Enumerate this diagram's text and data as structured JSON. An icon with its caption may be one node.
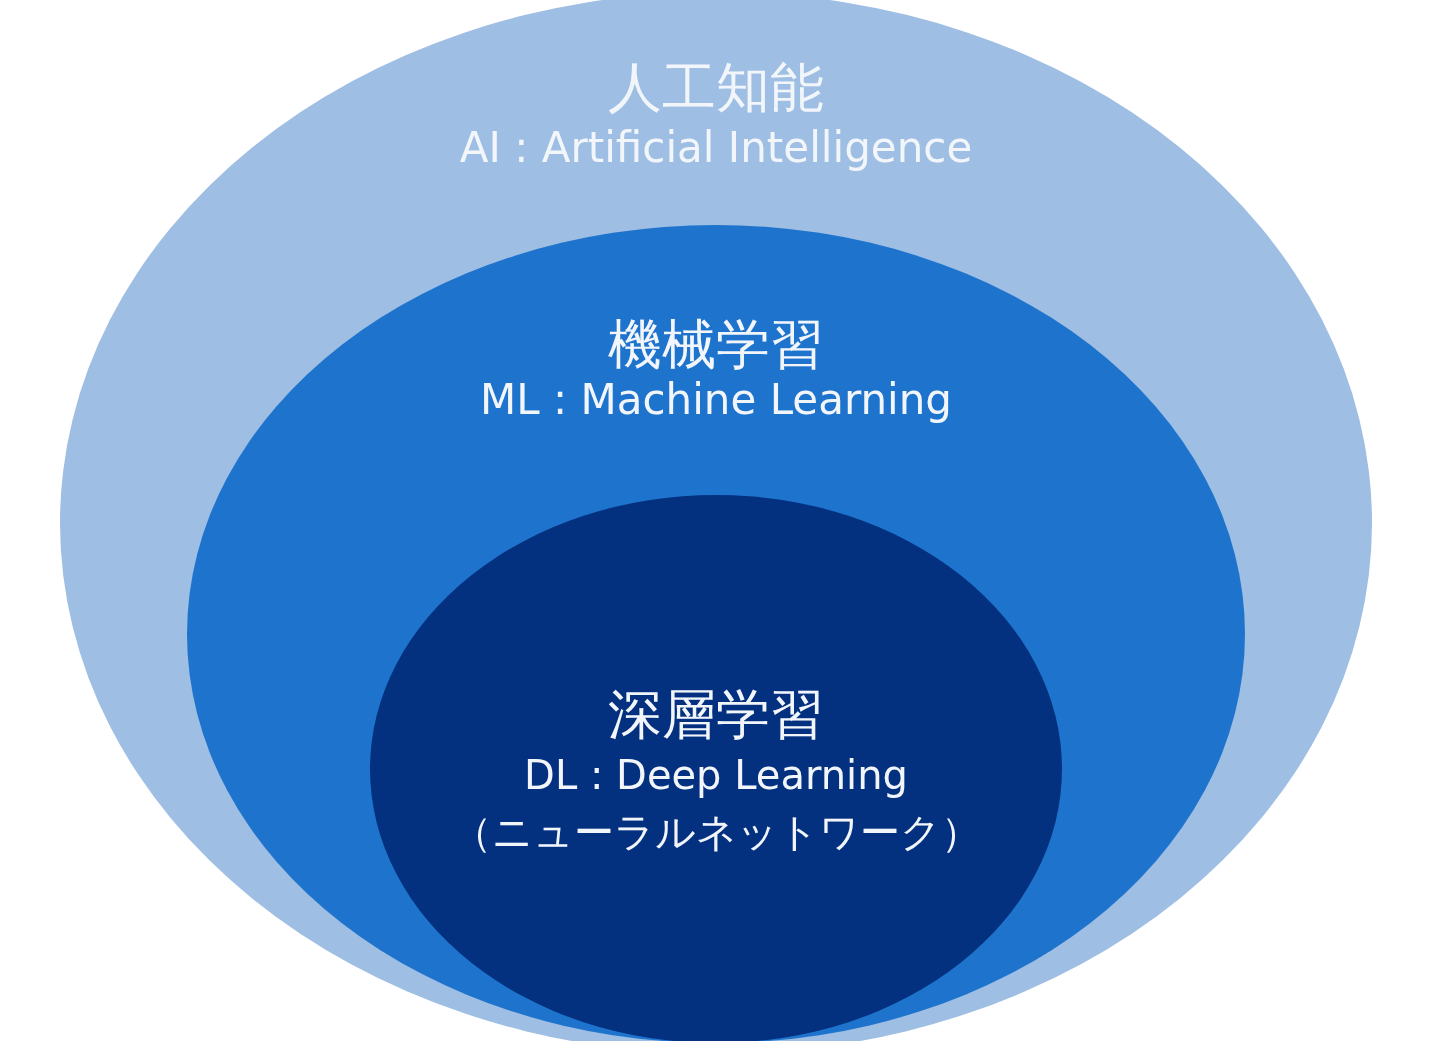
{
  "diagram": {
    "nodes": [
      {
        "text": [
          "人工知能",
          "AI : Artificial Intelligence"
        ]
      },
      {
        "text": [
          "機械学習",
          "ML : Machine Learning"
        ],
        "in": 0
      },
      {
        "text": [
          "深層学習",
          "DL : Deep Learning",
          "（ニューラルネットワーク）"
        ],
        "in": 1
      }
    ]
  }
}
